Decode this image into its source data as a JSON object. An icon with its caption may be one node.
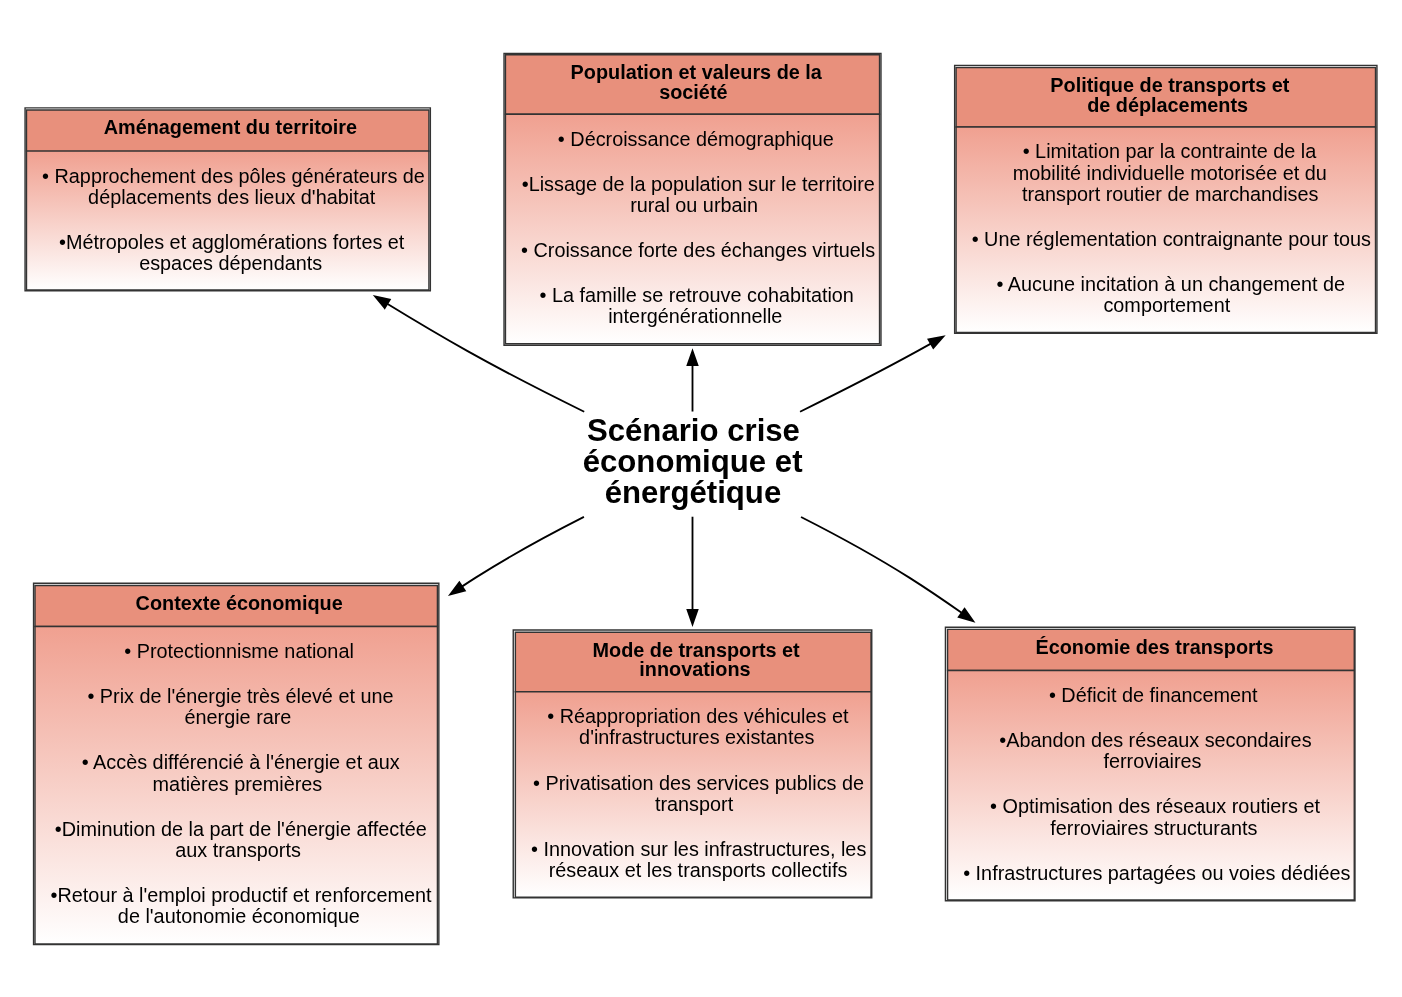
{
  "diagram": {
    "nodes": [
      {
        "text": [
          "Aménagement du territoire",
          "• Rapprochement des pôles générateurs de déplacements des lieux d'habitat",
          "•Métropoles et agglomérations fortes et espaces dépendants"
        ]
      },
      {
        "text": [
          "Population et valeurs de la société",
          "• Décroissance démographique",
          "•Lissage de la population sur le territoire rural ou urbain",
          "• Croissance forte des échanges virtuels",
          "• La famille se retrouve cohabitation intergénérationnelle"
        ]
      },
      {
        "text": [
          "Politique de transports et de déplacements",
          "• Limitation par la contrainte de la mobilité individuelle motorisée et du transport routier de marchandises",
          "• Une réglementation contraignante pour tous",
          "• Aucune incitation à un changement de comportement"
        ]
      },
      {
        "text": [
          "Scénario crise économique et énergétique"
        ]
      },
      {
        "text": [
          "Contexte économique",
          "• Protectionnisme national",
          "• Prix de l'énergie très élevé et une énergie rare",
          "• Accès différencié à l'énergie et aux matières premières",
          "•Diminution de la part de l'énergie affectée aux transports",
          "•Retour à l'emploi productif et renforcement de l'autonomie économique"
        ]
      },
      {
        "text": [
          "Mode de transports et innovations",
          "• Réappropriation des véhicules et d'infrastructures existantes",
          "• Privatisation des services publics de transport",
          "• Innovation sur les infrastructures, les réseaux et les transports collectifs"
        ]
      },
      {
        "text": [
          "Économie des transports",
          "• Déficit de financement",
          "•Abandon des réseaux secondaires ferroviaires",
          "• Optimisation des réseaux routiers et ferroviaires structurants",
          "• Infrastructures partagées ou voies dédiées"
        ]
      }
    ],
    "edges": [
      {
        "from": 3,
        "to": 0,
        "arrow": "to"
      },
      {
        "from": 3,
        "to": 1,
        "arrow": "to"
      },
      {
        "from": 3,
        "to": 2,
        "arrow": "to"
      },
      {
        "from": 3,
        "to": 4,
        "arrow": "to"
      },
      {
        "from": 3,
        "to": 5,
        "arrow": "to"
      },
      {
        "from": 3,
        "to": 6,
        "arrow": "to"
      }
    ]
  }
}
